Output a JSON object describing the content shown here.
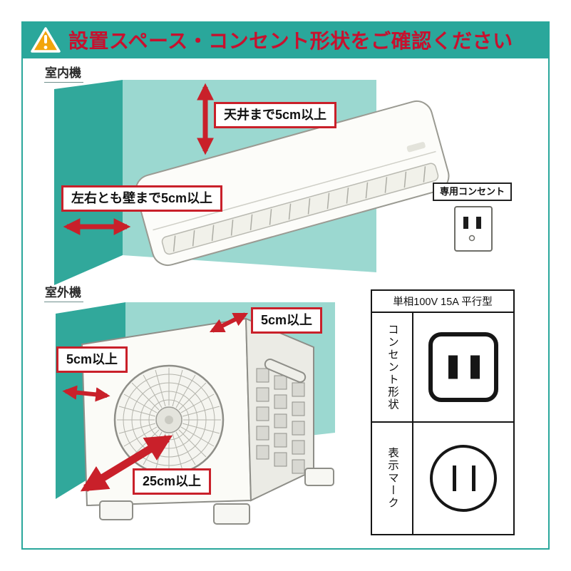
{
  "header": {
    "title": "設置スペース・コンセント形状をご確認ください",
    "warning_icon": "warning-triangle-icon"
  },
  "indoor": {
    "section_label": "室内機",
    "ceiling_clearance": "天井まで5cm以上",
    "side_clearance": "左右とも壁まで5cm以上",
    "outlet_label": "専用コンセント"
  },
  "outdoor": {
    "section_label": "室外機",
    "top_clearance": "5cm以上",
    "side_clearance": "5cm以上",
    "front_clearance": "25cm以上"
  },
  "spec": {
    "header": "単相100V 15A 平行型",
    "rows": [
      {
        "label": "コンセント形状",
        "icon": "outlet-shape-icon"
      },
      {
        "label": "表示マーク",
        "icon": "plug-mark-icon"
      }
    ]
  },
  "colors": {
    "teal": "#2aa79b",
    "title_red": "#c8102e",
    "accent_red": "#c9202a",
    "warning_orange": "#f2a50c"
  }
}
